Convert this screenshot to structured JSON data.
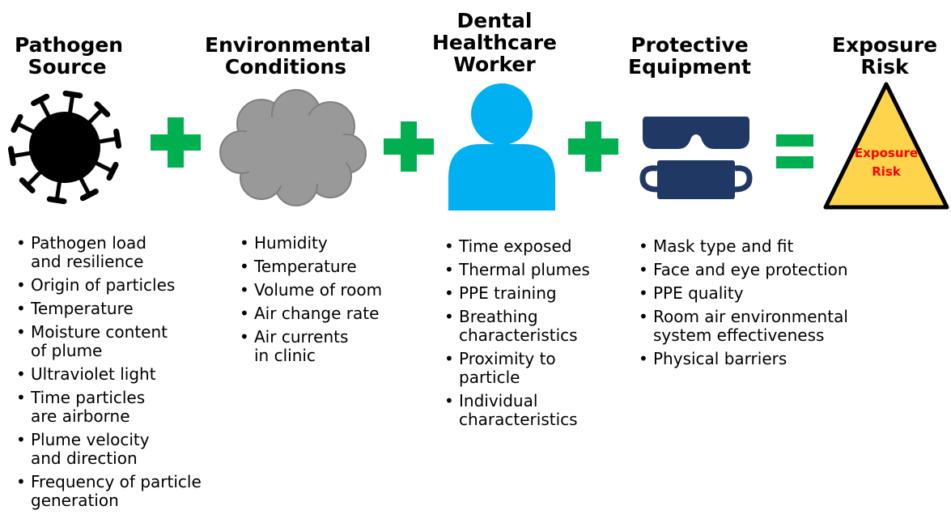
{
  "columns": [
    {
      "heading": [
        "Pathogen",
        "Source"
      ],
      "icon": "virus-icon",
      "items": [
        [
          "Pathogen load",
          " and  resilience"
        ],
        [
          "Origin of particles"
        ],
        [
          "Temperature"
        ],
        [
          "Moisture content",
          "of plume"
        ],
        [
          "Ultraviolet light"
        ],
        [
          "Time particles",
          " are airborne"
        ],
        [
          "Plume velocity",
          "and direction"
        ],
        [
          "Frequency of particle",
          "generation"
        ]
      ]
    },
    {
      "heading": [
        "Environmental",
        "Conditions"
      ],
      "icon": "cloud-icon",
      "items": [
        [
          "Humidity"
        ],
        [
          "Temperature"
        ],
        [
          "Volume of room"
        ],
        [
          "Air change rate"
        ],
        [
          "Air currents",
          " in clinic"
        ]
      ]
    },
    {
      "heading": [
        "Dental",
        "Healthcare",
        "Worker"
      ],
      "icon": "person-icon",
      "items": [
        [
          "Time exposed"
        ],
        [
          "Thermal plumes"
        ],
        [
          "PPE training"
        ],
        [
          "Breathing",
          "characteristics"
        ],
        [
          "Proximity to",
          "particle"
        ],
        [
          "Individual",
          "characteristics"
        ]
      ]
    },
    {
      "heading": [
        "Protective",
        "Equipment"
      ],
      "icon": "goggles-mask-icon",
      "items": [
        [
          "Mask type and fit"
        ],
        [
          "Face and eye protection"
        ],
        [
          "PPE quality"
        ],
        [
          "Room air environmental",
          "system effectiveness"
        ],
        [
          "Physical barriers"
        ]
      ]
    },
    {
      "heading": [
        "Exposure",
        "Risk"
      ],
      "icon": "warning-triangle-icon",
      "triangle_label": [
        "Exposure",
        "Risk"
      ]
    }
  ],
  "operators": [
    "+",
    "+",
    "+",
    "="
  ],
  "colors": {
    "operator": "#00b050",
    "virus": "#000000",
    "cloud_fill": "#999999",
    "cloud_stroke": "#7f7f7f",
    "person": "#00b0f0",
    "ppe": "#1f3864",
    "triangle_fill": "#ffd44d",
    "triangle_stroke": "#000000",
    "triangle_label": "#ff0000"
  }
}
